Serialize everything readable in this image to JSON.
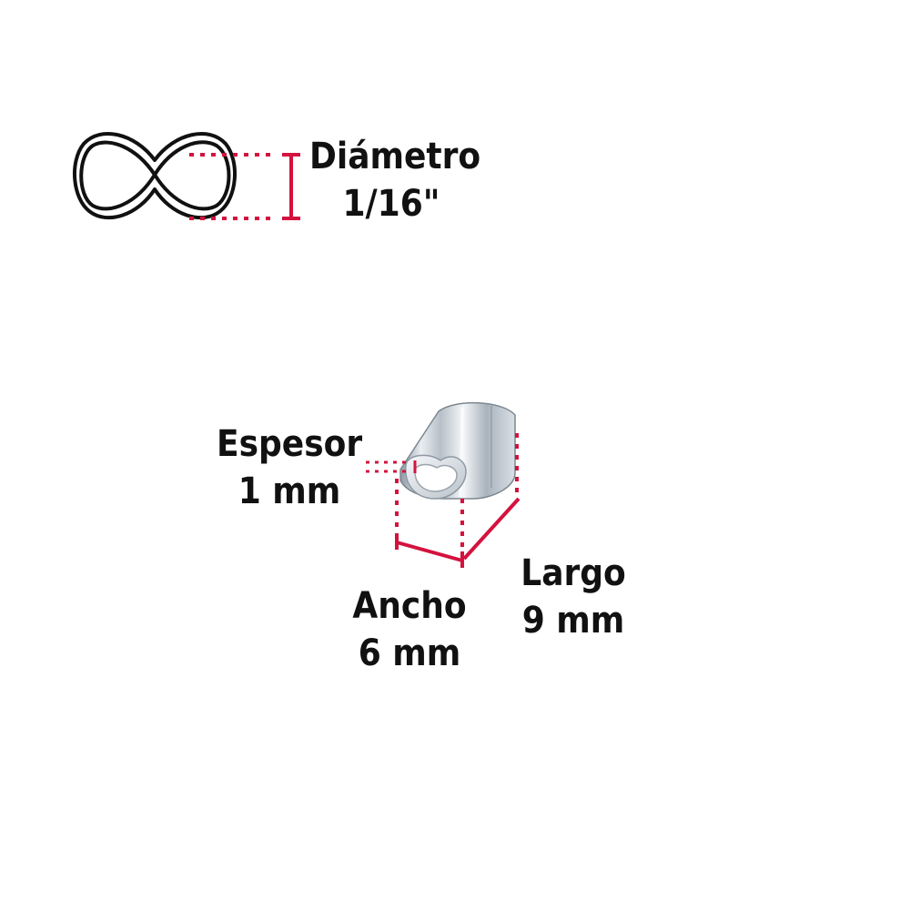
{
  "colors": {
    "accent": "#d4123e",
    "outline": "#111111",
    "background": "#ffffff"
  },
  "icons": {
    "cross_section": "figure-eight-outline-icon",
    "product": "aluminum-ferrule-sleeve-icon"
  },
  "labels": {
    "diametro": {
      "title": "Diámetro",
      "value": "1/16\""
    },
    "espesor": {
      "title": "Espesor",
      "value": "1 mm"
    },
    "ancho": {
      "title": "Ancho",
      "value": "6 mm"
    },
    "largo": {
      "title": "Largo",
      "value": "9 mm"
    }
  }
}
